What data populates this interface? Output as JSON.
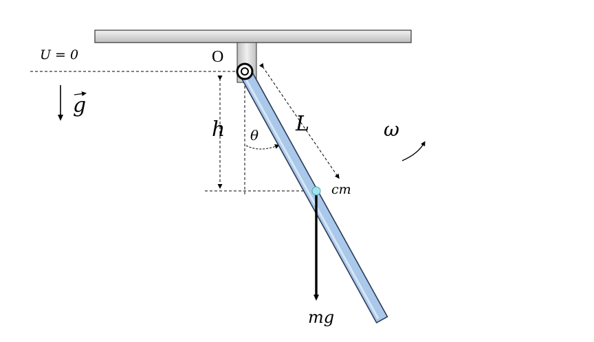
{
  "labels": {
    "potential_zero": "U = 0",
    "pivot": "O",
    "gravity_symbol": "g",
    "height": "h",
    "angle": "θ",
    "length": "L",
    "angular_velocity": "ω",
    "center_of_mass": "cm",
    "weight_force": "mg"
  },
  "colors": {
    "rod_fill": "#a9c8ea",
    "rod_stroke": "#2b3a55",
    "support_fill": "#d6d6d6",
    "cm_dot": "#9fe4ec",
    "ink": "#000000"
  }
}
